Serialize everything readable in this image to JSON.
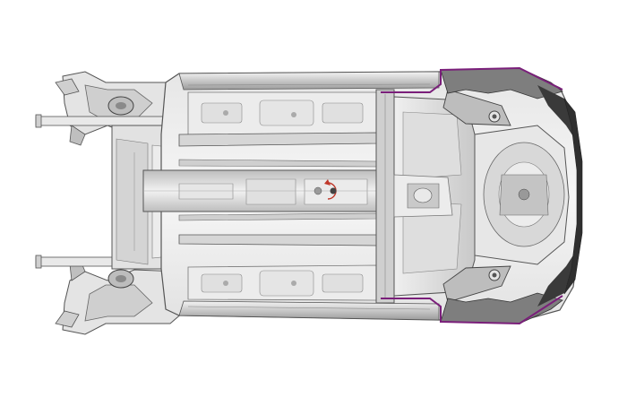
{
  "figure": {
    "subject": "vehicle-underbody-floor-structure",
    "view": "bottom"
  },
  "colors": {
    "background": "#ffffff",
    "body_light": "#eeeeee",
    "body_mid": "#cfcfcf",
    "body_dark": "#8a8a8a",
    "edge": "#555555",
    "deep_shadow": "#3a3a3a",
    "highlight_outline": "#7a1f7a",
    "marker_red": "#c0392b"
  },
  "highlighted_regions": [
    {
      "name": "rear-left-wheelhouse-outline",
      "side": "top"
    },
    {
      "name": "rear-right-wheelhouse-outline",
      "side": "bottom"
    }
  ],
  "icons": [
    "rotation-arrow-icon"
  ]
}
